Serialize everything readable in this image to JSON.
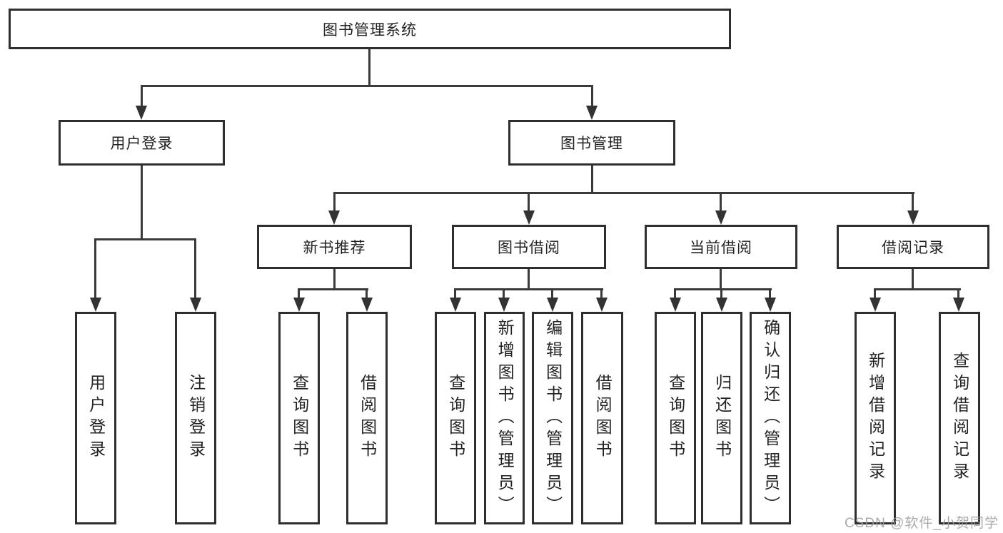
{
  "nodes": {
    "root": "图书管理系统",
    "user_login": "用户登录",
    "book_mgmt": "图书管理",
    "new_book": "新书推荐",
    "book_borrow": "图书借阅",
    "current_borrow": "当前借阅",
    "borrow_records": "借阅记录",
    "leaves": {
      "login": [
        "用户登录",
        "注销登录"
      ],
      "new_book": [
        "查询图书",
        "借阅图书"
      ],
      "borrow": [
        "查询图书",
        "新增图书（管理员）",
        "编辑图书（管理员）",
        "借阅图书"
      ],
      "current": [
        "查询图书",
        "归还图书",
        "确认归还（管理员）"
      ],
      "records": [
        "新增借阅记录",
        "查询借阅记录"
      ]
    }
  },
  "watermark": "CSDN @软件_小贺同学"
}
